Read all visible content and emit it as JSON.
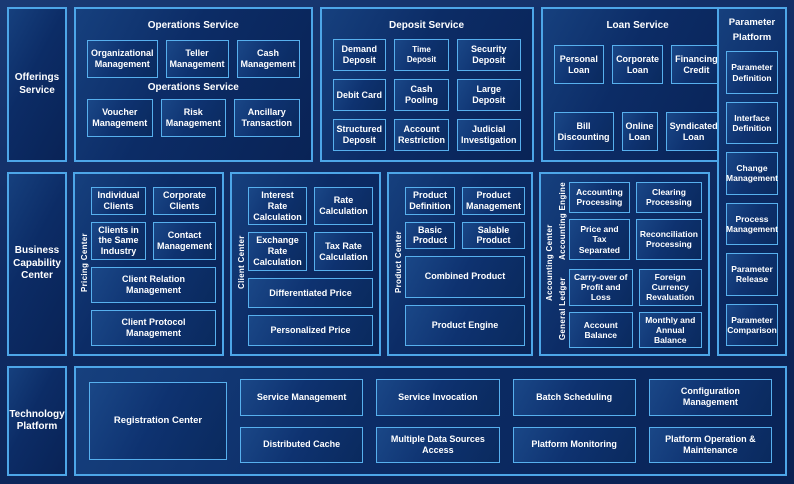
{
  "colors": {
    "background": "#10२c63",
    "page_gradient_top": "#1a3a74",
    "page_gradient_bottom": "#0a2152",
    "panel_border": "#4da6e8",
    "box_border": "#57b0ee",
    "text": "#ffffff"
  },
  "sidebar": {
    "offerings": "Offerings Service",
    "business_capability": "Business Capability Center",
    "technology": "Technology Platform"
  },
  "top_row": {
    "operations": {
      "title": "Operations Service",
      "mid_label": "Operations Service",
      "row1": [
        "Organizational Management",
        "Teller Management",
        "Cash Management"
      ],
      "row2": [
        "Voucher Management",
        "Risk Management",
        "Ancillary Transaction"
      ]
    },
    "deposit": {
      "title": "Deposit Service",
      "boxes": [
        "Demand Deposit",
        "Time Deposit",
        "Security Deposit",
        "Debit Card",
        "Cash Pooling",
        "Large Deposit",
        "Structured Deposit",
        "Account Restriction",
        "Judicial Investigation"
      ]
    },
    "loan": {
      "title": "Loan Service",
      "row1": [
        "Personal Loan",
        "Corporate Loan",
        "Financing Credit"
      ],
      "row2": [
        "Bill Discounting",
        "Online Loan",
        "Syndicated Loan"
      ]
    }
  },
  "parameter_platform": {
    "title_line1": "Parameter",
    "title_line2": "Platform",
    "boxes": [
      "Parameter Definition",
      "Interface Definition",
      "Change Management",
      "Process Management",
      "Parameter Release",
      "Parameter Comparison"
    ]
  },
  "middle_row": {
    "pricing_center": {
      "label": "Pricing Center",
      "grid": [
        "Individual Clients",
        "Corporate Clients",
        "Clients in the Same Industry",
        "Contact Management"
      ],
      "wide": [
        "Client Relation Management",
        "Client Protocol Management"
      ]
    },
    "client_center": {
      "label": "Client Center",
      "grid": [
        "Interest Rate Calculation",
        "Rate Calculation",
        "Exchange Rate Calculation",
        "Tax Rate Calculation"
      ],
      "wide": [
        "Differentiated Price",
        "Personalized Price"
      ]
    },
    "product_center": {
      "label": "Product Center",
      "grid": [
        "Product Definition",
        "Product Management",
        "Basic Product",
        "Salable Product"
      ],
      "wide": [
        "Combined Product",
        "Product Engine"
      ]
    },
    "accounting_center": {
      "label": "Accounting Center",
      "groups": [
        {
          "label": "Accounting Engine",
          "boxes": [
            "Accounting Processing",
            "Clearing Processing",
            "Price and Tax Separated",
            "Reconciliation Processing"
          ]
        },
        {
          "label": "General Ledger",
          "boxes": [
            "Carry-over of Profit and Loss",
            "Foreign Currency Revaluation",
            "Account Balance",
            "Monthly and Annual Balance"
          ]
        }
      ]
    }
  },
  "bottom_row": {
    "registration": "Registration Center",
    "columns": [
      [
        "Service Management",
        "Distributed Cache"
      ],
      [
        "Service Invocation",
        "Multiple Data Sources Access"
      ],
      [
        "Batch Scheduling",
        "Platform Monitoring"
      ],
      [
        "Configuration Management",
        "Platform Operation & Maintenance"
      ]
    ]
  }
}
